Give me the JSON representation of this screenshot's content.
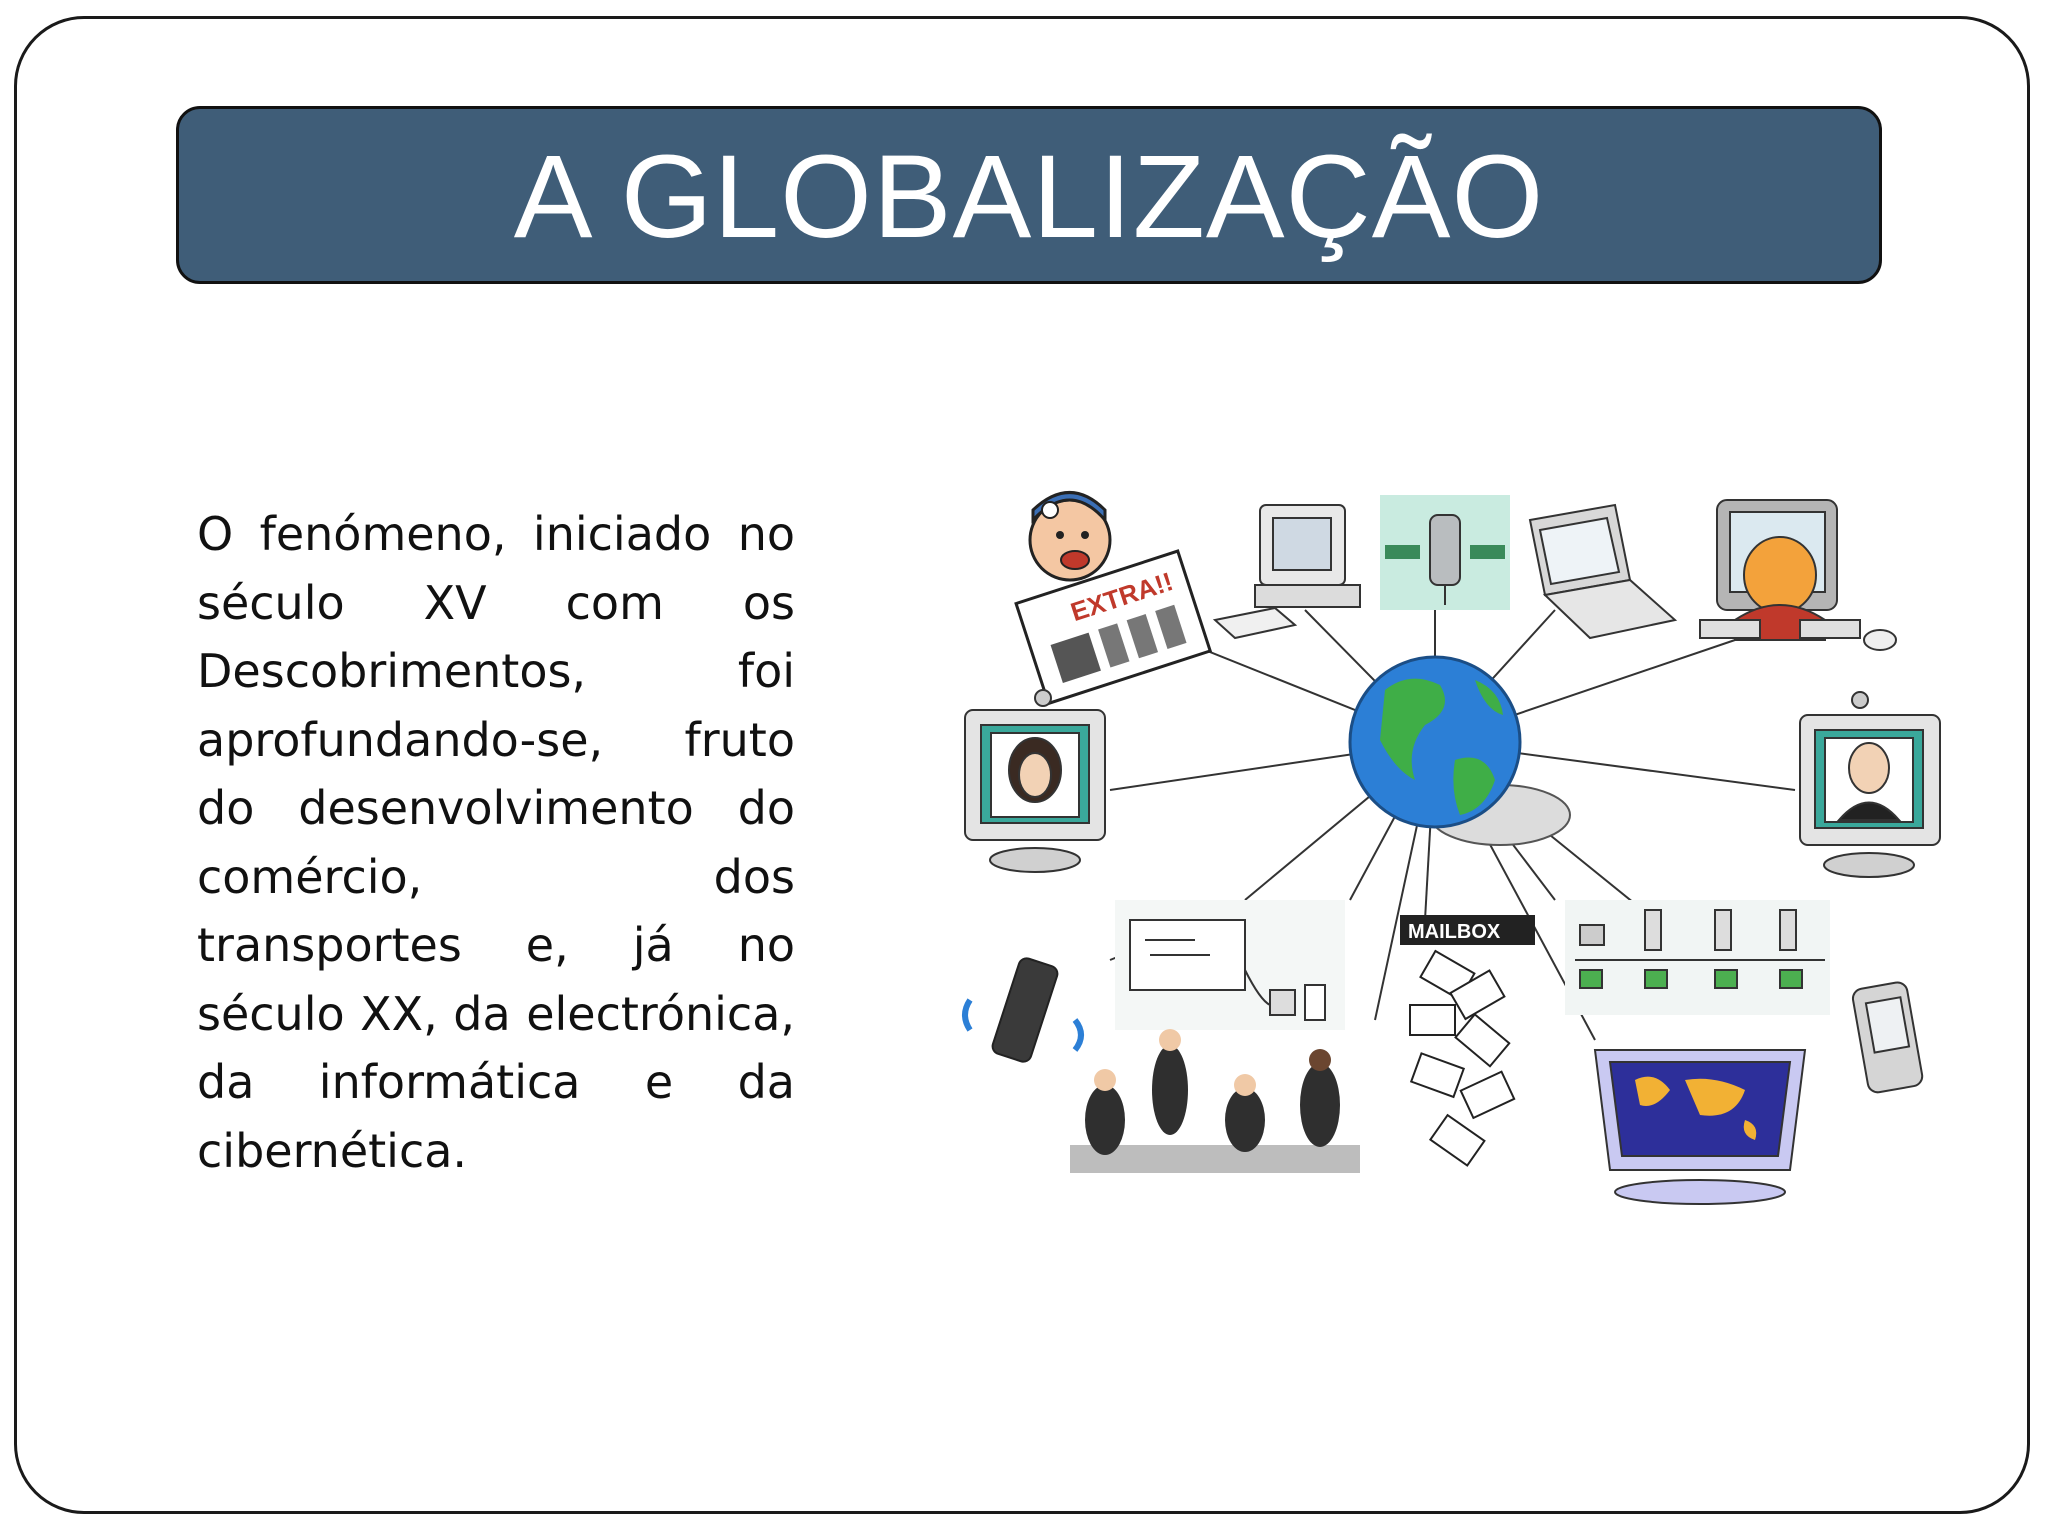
{
  "slide": {
    "title": "A GLOBALIZAÇÃO",
    "body": "O fenómeno, iniciado no século XV com os Descobrimentos, foi aprofundando-se, fruto do desenvolvimento do comércio, dos transportes e, já no século XX, da electrónica, da informática e da cibernética."
  },
  "illustration": {
    "newspaper_text": "EXTRA!!",
    "mailbox_text": "MAILBOX",
    "icons": [
      "newspaper-boy-icon",
      "desktop-computer-icon",
      "satellite-icon",
      "laptop-icon",
      "computer-user-icon",
      "video-call-woman-icon",
      "globe-icon",
      "video-call-man-icon",
      "mobile-phone-icon",
      "fax-modem-icon",
      "mailbox-icon",
      "network-servers-icon",
      "pda-icon",
      "business-meeting-icon",
      "world-map-monitor-icon"
    ]
  },
  "colors": {
    "title_bar": "#3f5d78",
    "title_text": "#ffffff",
    "frame_border": "#1a1a1a"
  }
}
